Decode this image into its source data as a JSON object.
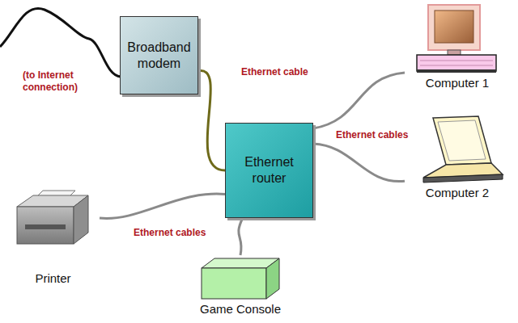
{
  "diagram": {
    "nodes": [
      {
        "text": [
          "Broadband modem"
        ]
      },
      {
        "text": [
          "Computer 1"
        ]
      },
      {
        "text": [
          "Ethernet router"
        ]
      },
      {
        "text": [
          "Computer 2"
        ]
      },
      {
        "text": [
          "Printer"
        ]
      },
      {
        "text": [
          "Game Console"
        ]
      }
    ],
    "edges": [
      {
        "from": 0,
        "to": 2,
        "arrow": "none",
        "label": "Ethernet cable"
      },
      {
        "from": 2,
        "to": 1,
        "arrow": "none"
      },
      {
        "from": 2,
        "to": 3,
        "arrow": "none",
        "label": "Ethernet cables"
      },
      {
        "from": 2,
        "to": 4,
        "arrow": "none",
        "label": "Ethernet cables"
      },
      {
        "from": 2,
        "to": 5,
        "arrow": "none"
      }
    ],
    "labels": [
      "(to Internet connection)"
    ]
  }
}
